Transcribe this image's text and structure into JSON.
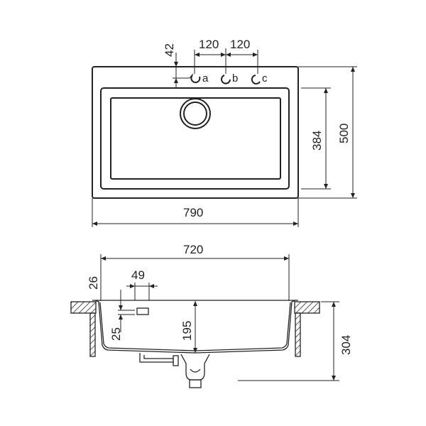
{
  "top_view": {
    "dim_tap_offset": "42",
    "dim_tap_spacing_1": "120",
    "dim_tap_spacing_2": "120",
    "tap_holes": [
      "a",
      "b",
      "c"
    ],
    "dim_bowl_depth": "384",
    "dim_total_depth": "500",
    "dim_total_width": "790"
  },
  "side_view": {
    "dim_cutout_width": "720",
    "dim_rim_height": "26",
    "dim_overflow_width": "49",
    "dim_overflow_height": "25",
    "dim_bowl_height": "195",
    "dim_total_height": "304"
  },
  "colors": {
    "line": "#222222",
    "background": "#ffffff"
  }
}
